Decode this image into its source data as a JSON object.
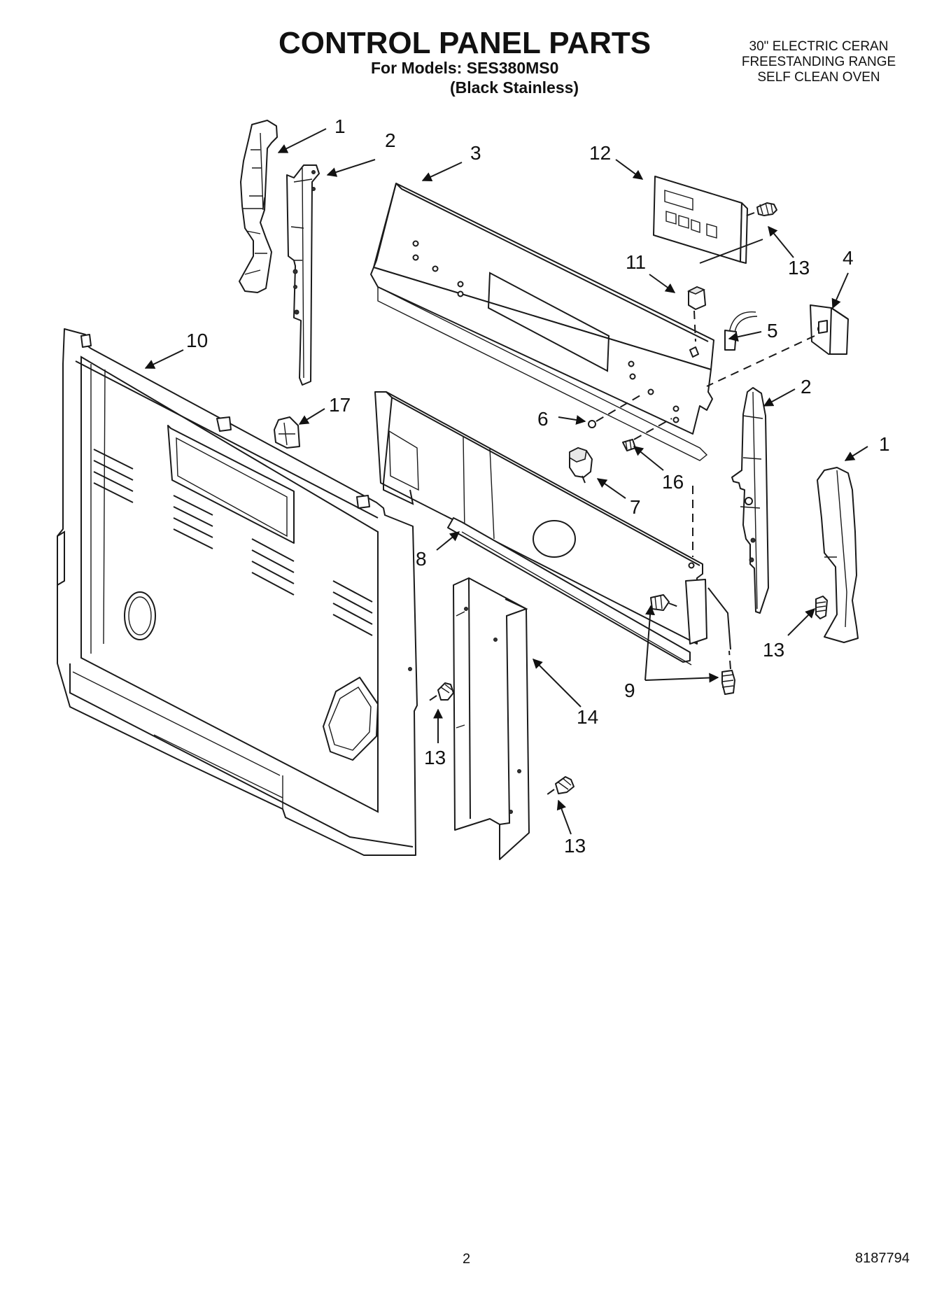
{
  "header": {
    "title": "CONTROL PANEL PARTS",
    "models_line": "For Models: SES380MS0",
    "finish_line": "(Black Stainless)",
    "product_description": [
      "30\" ELECTRIC CERAN",
      "FREESTANDING RANGE",
      "SELF CLEAN OVEN"
    ]
  },
  "callouts": {
    "c1_top": "1",
    "c2_top": "2",
    "c3": "3",
    "c12": "12",
    "c13_top": "13",
    "c4": "4",
    "c11": "11",
    "c5": "5",
    "c10": "10",
    "c2_right": "2",
    "c17": "17",
    "c6": "6",
    "c1_right": "1",
    "c16": "16",
    "c7": "7",
    "c8": "8",
    "c13_right": "13",
    "c9": "9",
    "c14": "14",
    "c13_left": "13",
    "c13_bottom": "13"
  },
  "footer": {
    "page_number": "2",
    "document_number": "8187794"
  }
}
